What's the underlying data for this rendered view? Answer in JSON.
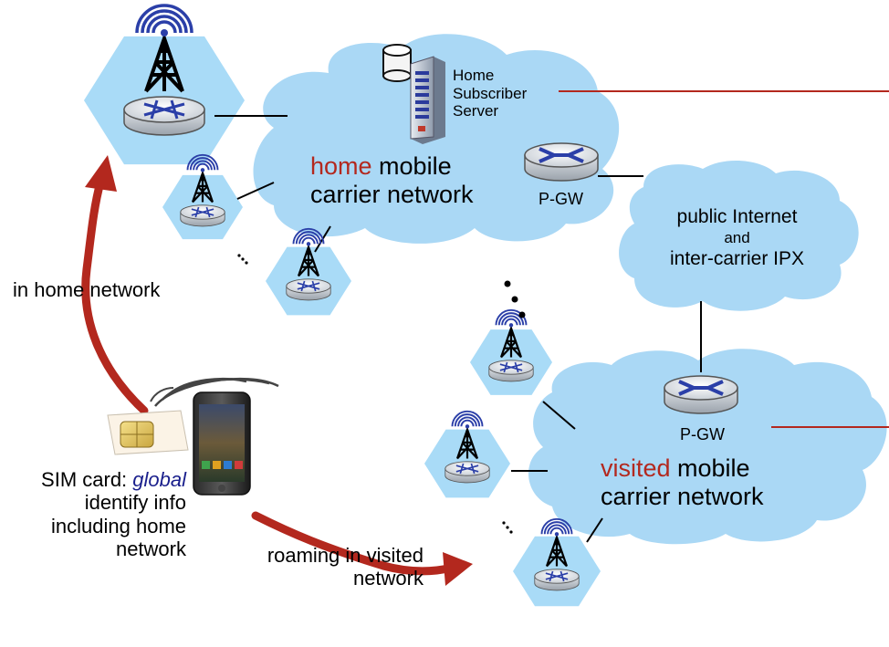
{
  "home_network": {
    "hss_line1": "Home",
    "hss_line2": "Subscriber",
    "hss_line3": "Server",
    "title_word": "home",
    "title_rest": " mobile",
    "title_line2": "carrier network",
    "gateway": "P-GW"
  },
  "internet": {
    "line1": "public Internet",
    "line2": "and",
    "line3": "inter-carrier IPX"
  },
  "visited_network": {
    "gateway": "P-GW",
    "title_word": "visited",
    "title_rest": " mobile",
    "title_line2": "carrier network"
  },
  "labels": {
    "in_home": "in home network",
    "roaming_line1": "roaming in visited",
    "roaming_line2": "network",
    "sim_prefix": "SIM card: ",
    "sim_global": "global",
    "sim_line2": "identify info",
    "sim_line3": "including  home",
    "sim_line4": "network"
  },
  "colors": {
    "cloud": "#aad8f5",
    "hexagon": "#a9dbf7",
    "accent_red": "#b3281e",
    "link": "#000000",
    "router_blue": "#2b3fa8"
  }
}
